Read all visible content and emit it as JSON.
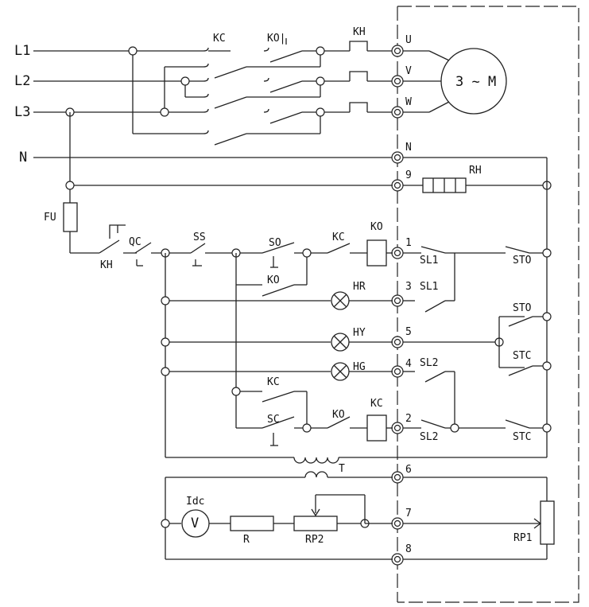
{
  "lines": {
    "l1": "L1",
    "l2": "L2",
    "l3": "L3",
    "n": "N"
  },
  "motor": {
    "label": "3 ~ M"
  },
  "terminals": {
    "u": "U",
    "v": "V",
    "w": "W",
    "n": "N",
    "t9": "9",
    "t1": "1",
    "t3": "3",
    "t5": "5",
    "t4": "4",
    "t2": "2",
    "t6": "6",
    "t7": "7",
    "t8": "8"
  },
  "components": {
    "kc_main": "KC",
    "ko_main": "KO|",
    "kh_main": "KH",
    "rh": "RH",
    "fu": "FU",
    "kh_aux": "KH",
    "qc": "QC",
    "ss": "SS",
    "so": "SO",
    "ko_hold": "KO",
    "kc_int1": "KC",
    "ko_coil": "KO",
    "hr": "HR",
    "hy": "HY",
    "hg": "HG",
    "kc_hold": "KC",
    "sc": "SC",
    "ko_int": "KO",
    "kc_coil": "KC",
    "sl1_a": "SL1",
    "sl1_b": "SL1",
    "sl2_a": "SL2",
    "sl2_b": "SL2",
    "sto_a": "STO",
    "sto_b": "STO",
    "stc_a": "STC",
    "stc_b": "STC",
    "t": "T",
    "idc": "Idc",
    "v": "V",
    "r": "R",
    "rp2": "RP2",
    "rp1": "RP1"
  }
}
